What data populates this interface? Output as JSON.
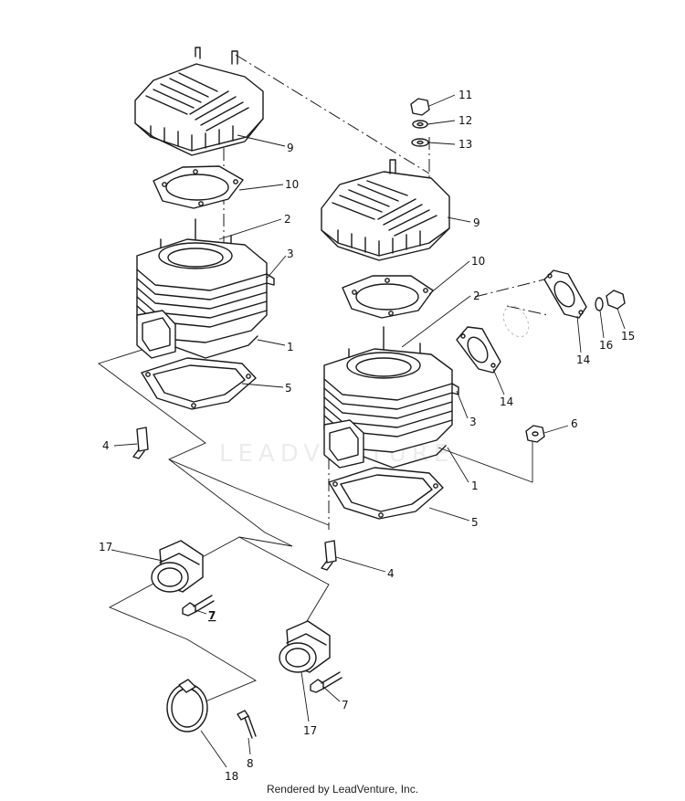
{
  "watermark": "LEADVENTURE",
  "credit": "Rendered by LeadVenture, Inc.",
  "callouts": [
    {
      "id": "c11",
      "label": "11"
    },
    {
      "id": "c12",
      "label": "12"
    },
    {
      "id": "c13",
      "label": "13"
    },
    {
      "id": "c9a",
      "label": "9"
    },
    {
      "id": "c10a",
      "label": "10"
    },
    {
      "id": "c9b",
      "label": "9"
    },
    {
      "id": "c2a",
      "label": "2"
    },
    {
      "id": "c3a",
      "label": "3"
    },
    {
      "id": "c10b",
      "label": "10"
    },
    {
      "id": "c2b",
      "label": "2"
    },
    {
      "id": "c1a",
      "label": "1"
    },
    {
      "id": "c5a",
      "label": "5"
    },
    {
      "id": "c14a",
      "label": "14"
    },
    {
      "id": "c14b",
      "label": "14"
    },
    {
      "id": "c16",
      "label": "16"
    },
    {
      "id": "c15",
      "label": "15"
    },
    {
      "id": "c3b",
      "label": "3"
    },
    {
      "id": "c6",
      "label": "6"
    },
    {
      "id": "c4a",
      "label": "4"
    },
    {
      "id": "c1b",
      "label": "1"
    },
    {
      "id": "c5b",
      "label": "5"
    },
    {
      "id": "c17a",
      "label": "17"
    },
    {
      "id": "c4b",
      "label": "4"
    },
    {
      "id": "c7a",
      "label": "7"
    },
    {
      "id": "c7b",
      "label": "7"
    },
    {
      "id": "c17b",
      "label": "17"
    },
    {
      "id": "c8",
      "label": "8"
    },
    {
      "id": "c18",
      "label": "18"
    }
  ]
}
